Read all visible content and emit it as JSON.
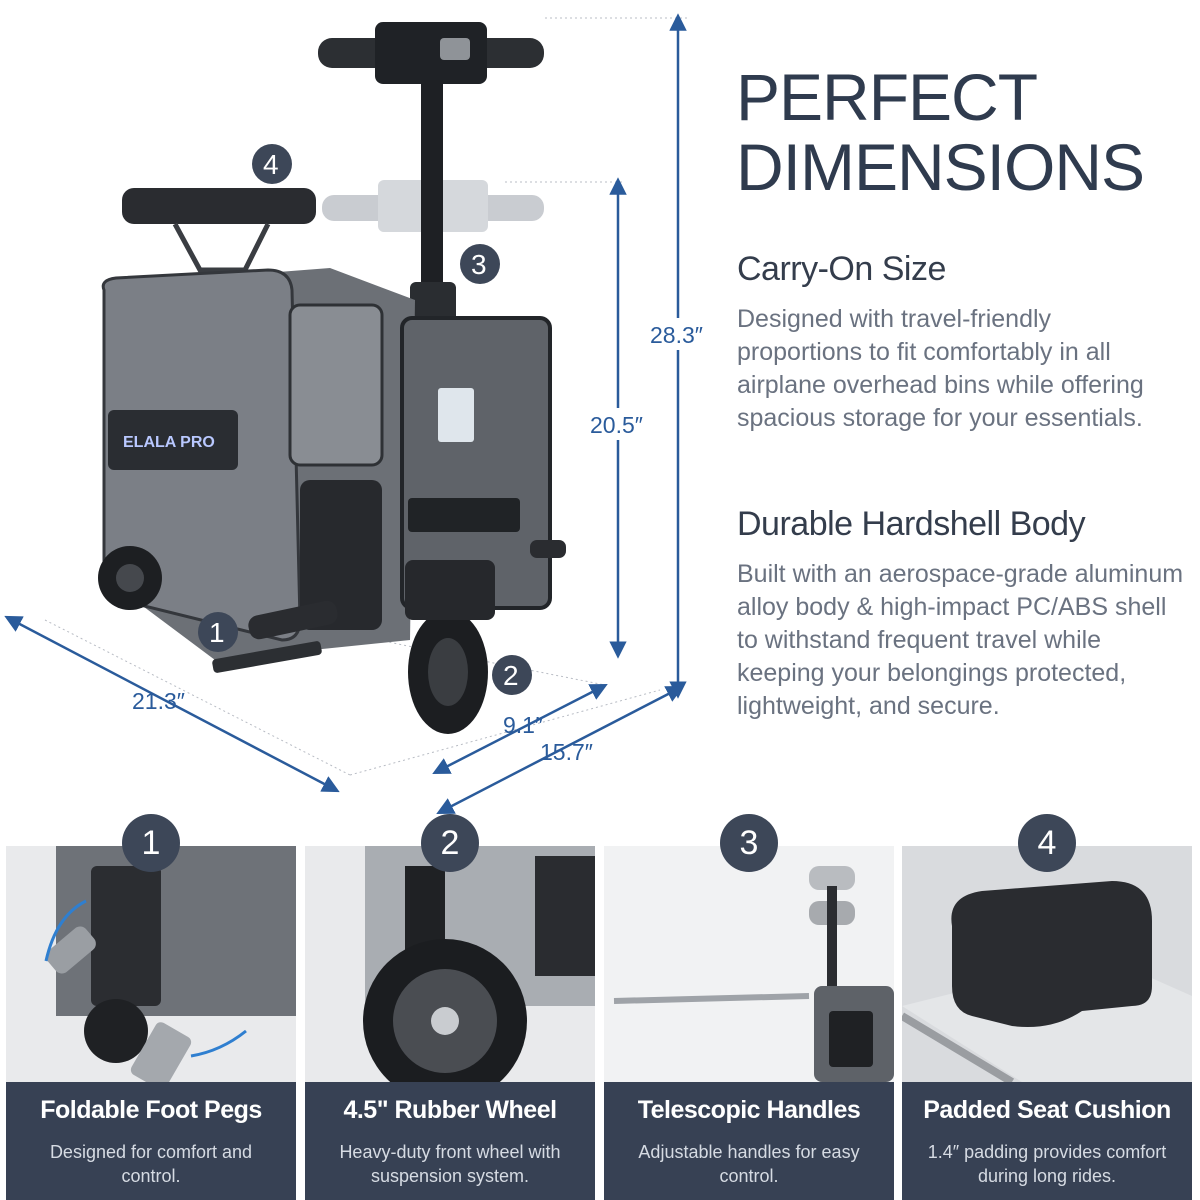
{
  "headline": "PERFECT DIMENSIONS",
  "sections": [
    {
      "heading": "Carry-On Size",
      "body": "Designed with travel-friendly proportions to fit comfortably in all airplane overhead bins while offering spacious storage for your essentials."
    },
    {
      "heading": "Durable Hardshell Body",
      "body": "Built with an aerospace-grade aluminum alloy body & high-impact PC/ABS shell to withstand frequent travel while keeping your belongings protected, lightweight, and secure."
    }
  ],
  "dimensions": {
    "total_height": "28.3″",
    "body_height": "20.5″",
    "length": "21.3″",
    "depth": "9.1″",
    "width": "15.7″"
  },
  "brand_label": "ELALA PRO",
  "callouts": [
    "1",
    "2",
    "3",
    "4"
  ],
  "features": [
    {
      "number": "1",
      "title": "Foldable Foot Pegs",
      "description": "Designed for comfort and control."
    },
    {
      "number": "2",
      "title": "4.5\" Rubber Wheel",
      "description": "Heavy-duty front wheel with suspension system."
    },
    {
      "number": "3",
      "title": "Telescopic Handles",
      "description": "Adjustable handles for easy control."
    },
    {
      "number": "4",
      "title": "Padded Seat Cushion",
      "description": "1.4″ padding provides comfort during long rides."
    }
  ],
  "colors": {
    "heading": "#2f3b4e",
    "dimension_lines": "#2a5b9b",
    "card_band": "#374154",
    "badge": "#3d4758"
  }
}
